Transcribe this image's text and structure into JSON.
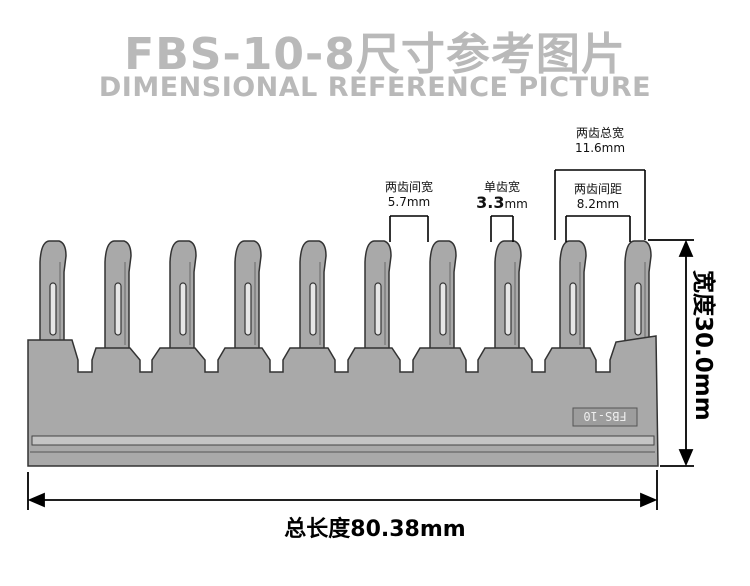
{
  "header": {
    "title": "FBS-10-8尺寸参考图片",
    "subtitle": "DIMENSIONAL REFERENCE PICTURE"
  },
  "dimensions": {
    "two_teeth_span": {
      "label": "两齿间宽",
      "value": "5.7mm"
    },
    "single_tooth": {
      "label": "单齿宽",
      "value": "3.3",
      "unit": "mm"
    },
    "two_teeth_total": {
      "label": "两齿总宽",
      "value": "11.6mm"
    },
    "two_teeth_pitch": {
      "label": "两齿间距",
      "value": "8.2mm"
    },
    "total_length": "总长度80.38mm",
    "width": "宽度30.0mm"
  },
  "part": {
    "tooth_count": 10,
    "body_color": "#a9a9a9",
    "marking": "FBS-10"
  }
}
